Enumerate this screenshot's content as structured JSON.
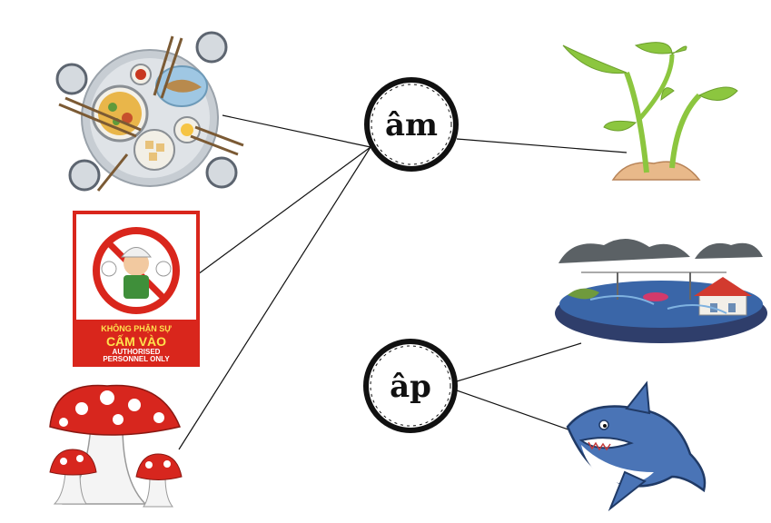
{
  "nodes": {
    "am": {
      "label": "âm"
    },
    "ap": {
      "label": "âp"
    }
  },
  "sign": {
    "line1": "KHÔNG PHẬN SỰ",
    "line2": "CẤM VÀO",
    "line3": "AUTHORISED",
    "line4": "PERSONNEL ONLY"
  },
  "pictures": [
    "food-tray",
    "no-entry-sign",
    "mushrooms",
    "sprout",
    "flood",
    "shark"
  ],
  "connections": [
    {
      "from": "food-tray",
      "to": "am"
    },
    {
      "from": "no-entry-sign",
      "to": "am"
    },
    {
      "from": "mushrooms",
      "to": "am"
    },
    {
      "from": "am",
      "to": "sprout"
    },
    {
      "from": "ap",
      "to": "flood"
    },
    {
      "from": "ap",
      "to": "shark"
    }
  ],
  "colors": {
    "line": "#111111",
    "sign_red": "#d9261c",
    "sign_yellow": "#ffe14d",
    "plant_green": "#8cc63f",
    "mushroom_red": "#d7261e"
  }
}
